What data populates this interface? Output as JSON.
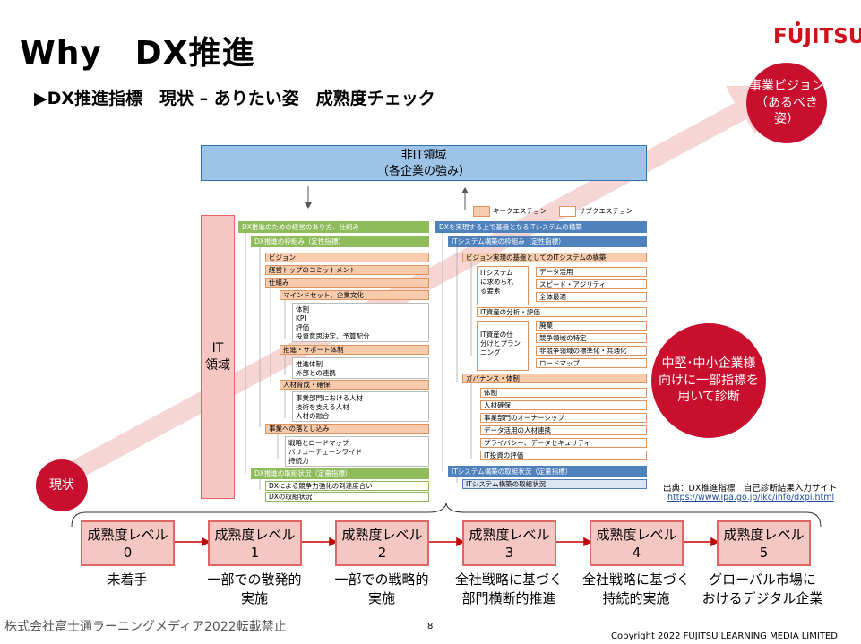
{
  "title": "Why　DX推進",
  "subtitle": "▶DX推進指標　現状 – ありたい姿　成熟度チェック",
  "logo_text": "FUJITSU",
  "circles": {
    "vision": "事業ビジョン\n（あるべき姿）",
    "current": "現状",
    "sme": "中堅･中小企業様\n向けに一部指標を\n用いて診断"
  },
  "non_it": {
    "line1": "非IT領域",
    "line2": "（各企業の強み）"
  },
  "it_area": "IT\n領域",
  "legend": {
    "key": "キークエスチョン",
    "sub": "サブクエスチョン"
  },
  "left_tree": {
    "header": "DX推進のための経営のあり方、仕組み",
    "framework": "DX推進の枠組み（定性指標）",
    "vision": "ビジョン",
    "commitment": "経営トップのコミットメント",
    "mechanism": "仕組み",
    "mindset": "マインドセット、企業文化",
    "mindset_items": "体制\nKPI\n評価\n投資意思決定、予算配分",
    "support": "推進・サポート体制",
    "support_items": "推進体制\n外部との連携",
    "talent": "人材育成・確保",
    "talent_items": "事業部門における人材\n技術を支える人材\n人材の融合",
    "implementation": "事業への落とし込み",
    "implementation_items": "戦略とロードマップ\nバリューチェーンワイド\n持続力",
    "status": "DX推進の取組状況（定量指標）",
    "status_items": [
      "DXによる競争力強化の到達度合い",
      "DXの取組状況"
    ]
  },
  "right_tree": {
    "header": "DXを実現する上で基盤となるITシステムの構築",
    "framework": "ITシステム構築の枠組み（定性指標）",
    "vision_base": "ビジョン実現の基盤としてのITシステムの構築",
    "required": "ITシステム\nに求められ\nる要素",
    "required_items": [
      "データ活用",
      "スピード・アジリティ",
      "全体最適"
    ],
    "assets_analysis": "IT資産の分析・評価",
    "assets_plan": "IT資産の仕\n分けとプラン\nニング",
    "assets_plan_items": [
      "廃棄",
      "競争領域の特定",
      "非競争領域の標準化・共通化",
      "ロードマップ"
    ],
    "governance": "ガバナンス・体制",
    "governance_items": [
      "体制",
      "人材確保",
      "事業部門のオーナーシップ",
      "データ活用の人材連携",
      "プライバシー、データセキュリティ",
      "IT投資の評価"
    ],
    "status": "ITシステム構築の取組状況（定量指標）",
    "status_item": "ITシステム構築の取組状況"
  },
  "source": {
    "label": "出典：DX推進指標　自己診断結果入力サイト",
    "url": "https://www.ipa.go.jp/ikc/info/dxpi.html"
  },
  "levels": [
    {
      "label": "成熟度レベル",
      "num": "0",
      "desc": "未着手"
    },
    {
      "label": "成熟度レベル",
      "num": "1",
      "desc": "一部での散発的\n実施"
    },
    {
      "label": "成熟度レベル",
      "num": "2",
      "desc": "一部での戦略的\n実施"
    },
    {
      "label": "成熟度レベル",
      "num": "3",
      "desc": "全社戦略に基づく\n部門横断的推進"
    },
    {
      "label": "成熟度レベル",
      "num": "4",
      "desc": "全社戦略に基づく\n持続的実施"
    },
    {
      "label": "成熟度レベル",
      "num": "5",
      "desc": "グローバル市場に\nおけるデジタル企業"
    }
  ],
  "footer": {
    "left": "株式会社富士通ラーニングメディア2022転載禁止",
    "page": "8",
    "copyright": "Copyright 2022 FUJITSU LEARNING MEDIA LIMITED"
  }
}
